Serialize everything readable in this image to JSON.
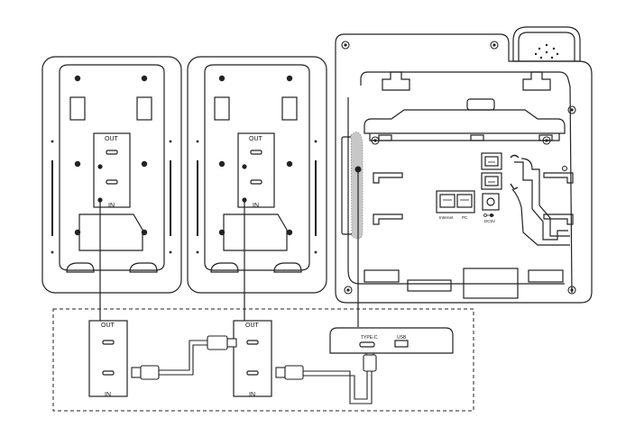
{
  "modules": [
    {
      "out_label": "OUT",
      "in_label": "IN"
    },
    {
      "out_label": "OUT",
      "in_label": "IN"
    }
  ],
  "connectors": [
    {
      "out_label": "OUT",
      "in_label": "IN"
    },
    {
      "out_label": "OUT",
      "in_label": "IN"
    }
  ],
  "phone": {
    "port_internet": "Internet",
    "port_pc": "PC",
    "port_power": "DC5V"
  },
  "hub": {
    "typec_label": "TYPE-C",
    "usb_label": "USB"
  },
  "colors": {
    "line": "#222222",
    "highlight": "#c8c8c8",
    "fill": "#ffffff"
  }
}
